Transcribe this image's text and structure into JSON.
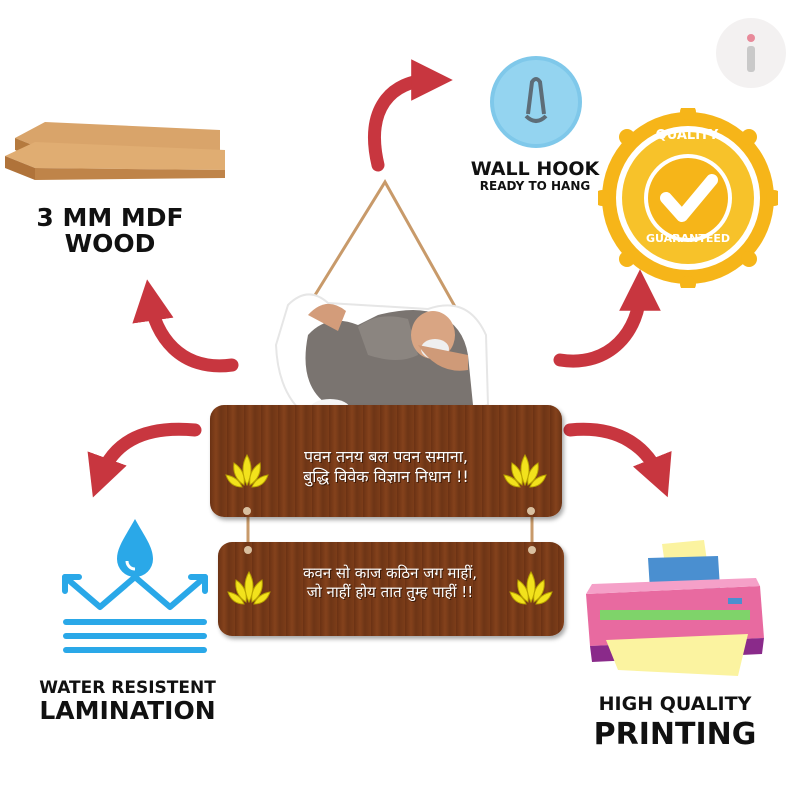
{
  "features": {
    "wood": {
      "line1": "3 MM MDF",
      "line2": "WOOD",
      "icon": "wood-planks-icon"
    },
    "hook": {
      "title": "WALL HOOK",
      "subtitle": "READY TO HANG",
      "icon": "wall-hook-icon"
    },
    "quality_badge": {
      "top_text": "QUALITY",
      "bottom_text": "GUARANTEED",
      "icon": "checkmark-badge-icon"
    },
    "lamination": {
      "line1": "WATER RESISTENT",
      "line2": "LAMINATION",
      "icon": "water-drop-icon"
    },
    "printing": {
      "line1": "HIGH QUALITY",
      "line2": "PRINTING",
      "icon": "printer-icon"
    }
  },
  "product": {
    "plank1": {
      "line1": "पवन तनय बल पवन समाना,",
      "line2": "बुद्धि विवेक विज्ञान निधान !!"
    },
    "plank2": {
      "line1": "कवन सो काज कठिन जग माहीं,",
      "line2": "जो नाहीं होय तात तुम्ह पाहीं !!"
    },
    "image": "saint-reclining-photo"
  },
  "colors": {
    "arrow": "#c8363f",
    "wood": "#7a3a17",
    "badge": "#f4b21a",
    "lamination": "#2aa8e8"
  },
  "brand_icon": "brand-logo-icon"
}
